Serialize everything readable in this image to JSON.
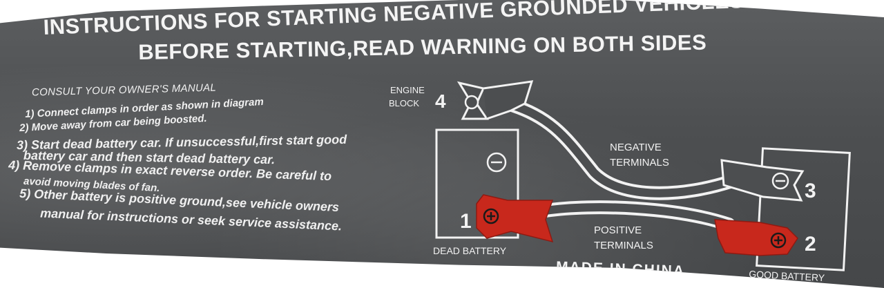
{
  "title": {
    "line1": "INSTRUCTIONS FOR STARTING NEGATIVE GROUNDED VEHICLES",
    "line2": "BEFORE STARTING,READ WARNING ON BOTH SIDES"
  },
  "instructions": {
    "consult": "CONSULT YOUR OWNER'S MANUAL",
    "step1": "1) Connect clamps in order as shown in diagram",
    "step2": "2) Move away from car being boosted.",
    "step3_line1": "3) Start dead battery car. If unsuccessful,first start good",
    "step3_line2": "battery car and then start dead battery car.",
    "step4_line1": "4) Remove clamps in exact reverse order. Be careful to",
    "step4_line2": "avoid moving blades of fan.",
    "step5_line1": "5) Other battery is positive ground,see vehicle owners",
    "step5_line2": "manual for instructions or seek service assistance."
  },
  "diagram": {
    "engine_block_line1": "ENGINE",
    "engine_block_line2": "BLOCK",
    "clamp4": "4",
    "clamp3": "3",
    "clamp2": "2",
    "clamp1": "1",
    "negative_line1": "NEGATIVE",
    "negative_line2": "TERMINALS",
    "positive_line1": "POSITIVE",
    "positive_line2": "TERMINALS",
    "dead_battery": "DEAD BATTERY",
    "good_battery": "GOOD BATTERY",
    "minus_symbol": "⊖",
    "plus_symbol": "⊕"
  },
  "made_in": "MADE IN CHINA",
  "colors": {
    "label_background": "#4d4f51",
    "text": "#f4f4f4",
    "positive_clamp": "#c8281c"
  }
}
